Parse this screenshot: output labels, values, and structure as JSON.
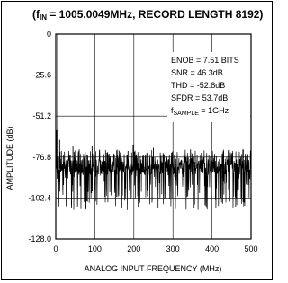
{
  "chart_data": {
    "type": "line",
    "title": {
      "prefix": "(f",
      "sub": "IN",
      "rest": " = 1005.0049MHz, RECORD LENGTH 8192)"
    },
    "xlabel": "ANALOG INPUT FREQUENCY (MHz)",
    "ylabel": "AMPLITUDE (dB)",
    "xlim": [
      0,
      500
    ],
    "ylim": [
      -128.0,
      0
    ],
    "x_ticks": [
      "0",
      "100",
      "200",
      "300",
      "400",
      "500"
    ],
    "x_tick_values": [
      0,
      100,
      200,
      300,
      400,
      500
    ],
    "y_ticks": [
      "0",
      "-25.6",
      "-51.2",
      "-76.8",
      "-102.4",
      "-128.0"
    ],
    "y_tick_values": [
      0,
      -25.6,
      -51.2,
      -76.8,
      -102.4,
      -128.0
    ],
    "grid": true,
    "annotations": [
      {
        "text": "ENOB = 7.51 BITS"
      },
      {
        "text": "SNR = 46.3dB"
      },
      {
        "text": "THD = -52.8dB"
      },
      {
        "text": "SFDR = 53.7dB"
      },
      {
        "prefix": "f",
        "sub": "SAMPLE",
        "rest": " = 1GHz"
      }
    ],
    "series": [
      {
        "noise_floor_db": -84,
        "noise_peak_max_db": -72,
        "noise_trough_min_db": -110,
        "fundamental": {
          "x": 5,
          "y": 0
        },
        "spurs": [
          {
            "x": 2,
            "y": -60
          },
          {
            "x": 5,
            "y": -54
          },
          {
            "x": 10,
            "y": -66
          },
          {
            "x": 44,
            "y": -70
          },
          {
            "x": 60,
            "y": -72
          },
          {
            "x": 93,
            "y": -70
          },
          {
            "x": 185,
            "y": -73
          },
          {
            "x": 198,
            "y": -69
          },
          {
            "x": 250,
            "y": -71
          },
          {
            "x": 300,
            "y": -73
          },
          {
            "x": 345,
            "y": -72
          },
          {
            "x": 452,
            "y": -74
          },
          {
            "x": 480,
            "y": -72
          }
        ]
      }
    ]
  }
}
